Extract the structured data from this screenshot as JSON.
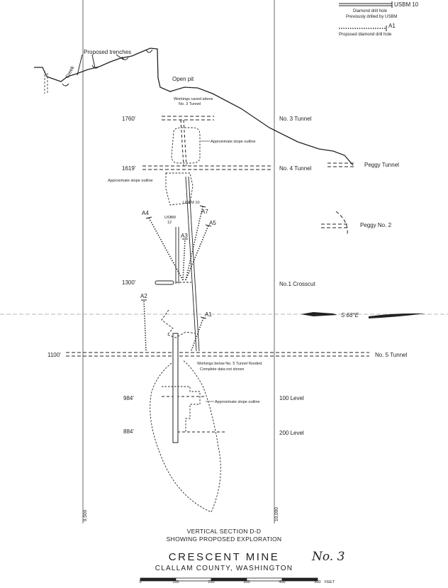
{
  "legend": {
    "existing_hole_label": "USBM 10",
    "existing_hole_line1": "Diamond drill hole",
    "existing_hole_line2": "Previously drilled by USBM",
    "proposed_hole_label": "A1",
    "proposed_hole_line1": "Proposed diamond drill hole"
  },
  "labels": {
    "creek": "Creek",
    "proposed_trenches": "Proposed trenches",
    "open_pit": "Open pit",
    "workings_caved_1": "Workings caved above",
    "workings_caved_2": "No. 3 Tunnel",
    "stope_1": "Approximate stope outline",
    "stope_2": "Approximate stope outline",
    "stope_3": "Approximate stope outline",
    "usbm10": "USBM 10",
    "usbm12_a": "USBM",
    "usbm12_b": "12",
    "flooded_1": "Workings below No. 5 Tunnel flooded.",
    "flooded_2": "Complete data not shown",
    "bearing": "S 66°E"
  },
  "elevations": [
    "1760'",
    "1619'",
    "1300'",
    "1100'",
    "984'",
    "884'"
  ],
  "levels": {
    "no3": "No. 3 Tunnel",
    "no4": "No. 4 Tunnel",
    "peggy_tunnel": "Peggy Tunnel",
    "peggy_no2": "Peggy No. 2",
    "no1": "No.1 Crosscut",
    "no5": "No. 5 Tunnel",
    "level100": "100 Level",
    "level200": "200 Level"
  },
  "drill_holes": [
    "A4",
    "A7",
    "A3",
    "A5",
    "A2",
    "A1"
  ],
  "coordinates": [
    "9,500",
    "10,000"
  ],
  "title": {
    "section": "VERTICAL SECTION D-D",
    "subtitle": "SHOWING PROPOSED EXPLORATION",
    "mine": "CRESCENT MINE",
    "county": "CLALLAM COUNTY, WASHINGTON",
    "sheet_no": "No. 3"
  },
  "scale": {
    "ticks": [
      "0",
      "100",
      "200",
      "300",
      "400",
      "500"
    ],
    "unit": "FEET"
  }
}
